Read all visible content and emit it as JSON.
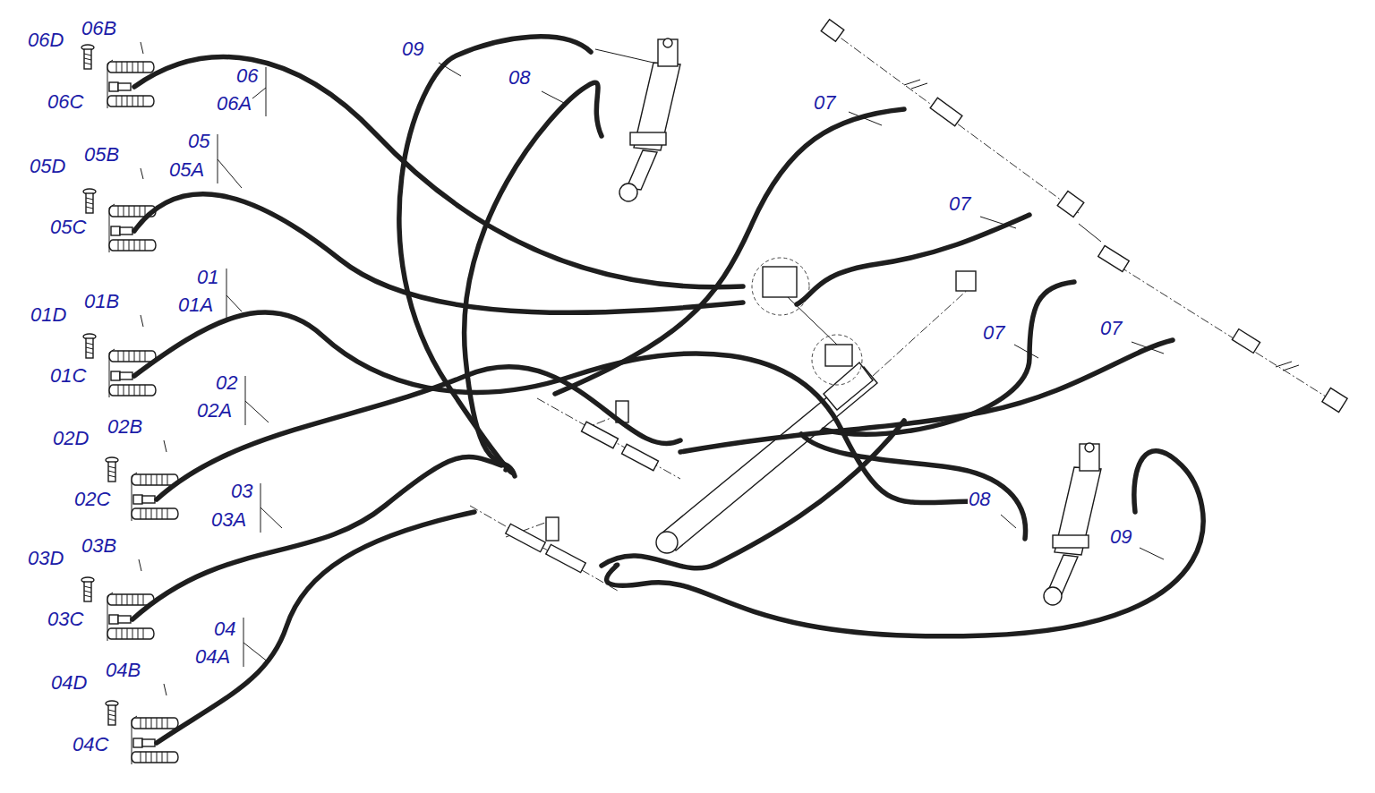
{
  "diagram": {
    "labels": [
      "06D",
      "06B",
      "06",
      "06A",
      "06C",
      "09",
      "08",
      "07",
      "05",
      "05A",
      "05D",
      "05B",
      "05C",
      "07",
      "01",
      "01A",
      "01D",
      "01B",
      "01C",
      "07",
      "07",
      "02",
      "02A",
      "02D",
      "02B",
      "02C",
      "08",
      "09",
      "03",
      "03A",
      "03D",
      "03B",
      "03C",
      "04",
      "04A",
      "04D",
      "04B",
      "04C"
    ]
  }
}
